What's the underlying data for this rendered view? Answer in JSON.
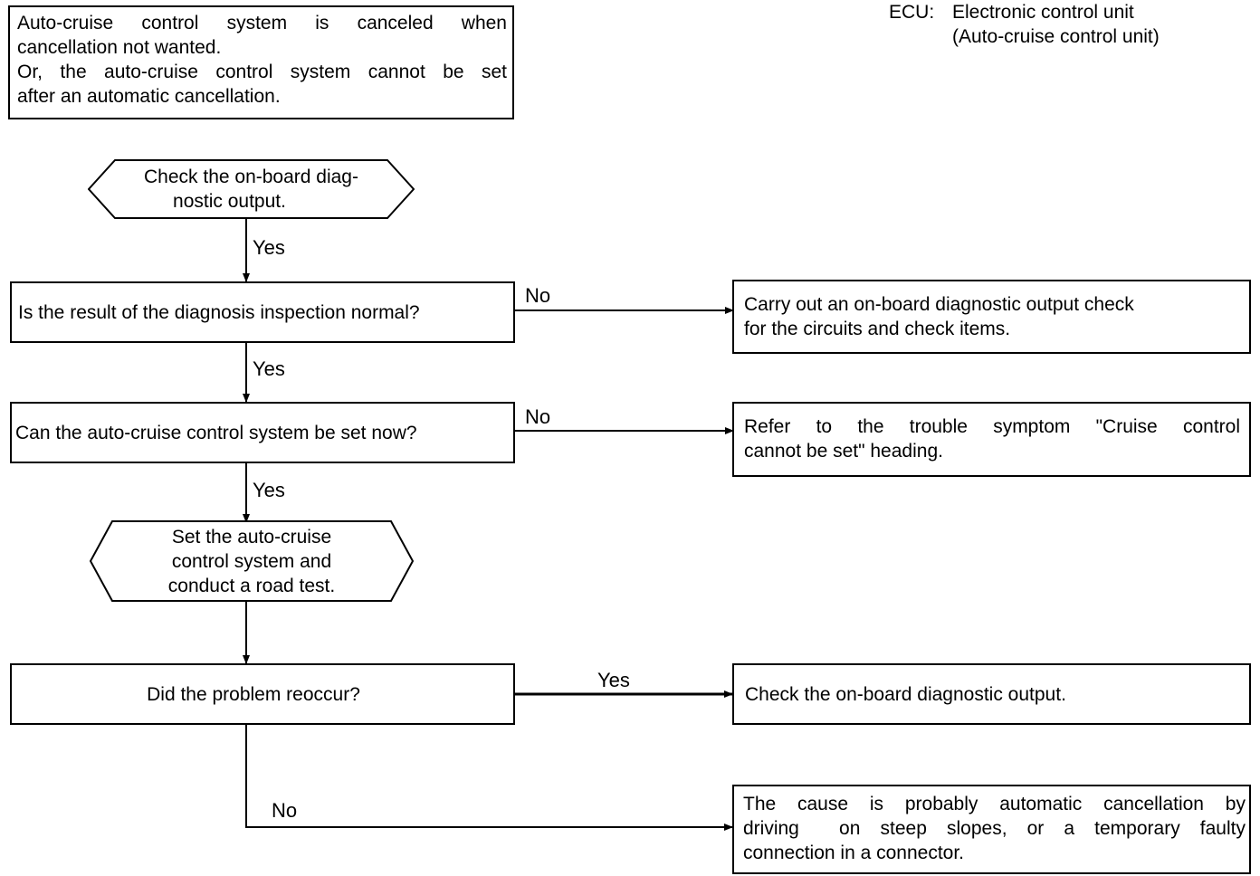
{
  "legend": {
    "abbr": "ECU:",
    "line1": "Electronic control unit",
    "line2": "(Auto-cruise control unit)"
  },
  "symptom": {
    "line1": "Auto-cruise control system is canceled when",
    "line2": "cancellation not wanted.",
    "line3": "Or, the auto-cruise control system cannot be set",
    "line4": "after an automatic cancellation."
  },
  "steps": {
    "check_output": {
      "line1": "Check the on-board diag-",
      "line2": "nostic output."
    },
    "q_normal": "Is the result of the diagnosis inspection normal?",
    "q_set_now": "Can the auto-cruise control system be set now?",
    "road_test": {
      "line1": "Set the auto-cruise",
      "line2": "control system and",
      "line3": "conduct a road test."
    },
    "q_reoccur": "Did the problem reoccur?"
  },
  "results": {
    "carry_out": {
      "line1": "Carry out an on-board diagnostic output check",
      "line2": "for the circuits and check items."
    },
    "refer": {
      "line1": "Refer to the trouble symptom \"Cruise control",
      "line2": "cannot be set\" heading."
    },
    "check_output2": "Check the on-board diagnostic output.",
    "cause": {
      "line1": "The cause is probably automatic cancellation by",
      "line2": "driving  on steep slopes, or a temporary faulty",
      "line3": "connection in a connector."
    }
  },
  "edge_labels": {
    "yes1": "Yes",
    "yes2": "Yes",
    "yes3": "Yes",
    "no1": "No",
    "no2": "No",
    "yes4": "Yes",
    "no3": "No"
  }
}
